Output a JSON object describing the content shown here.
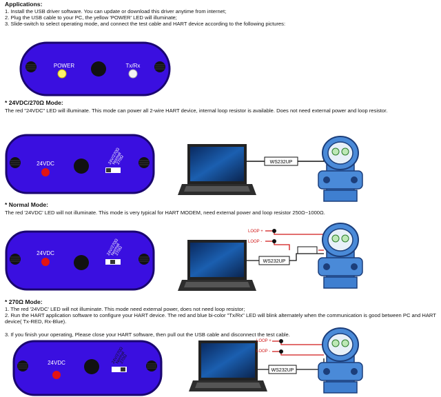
{
  "applications": {
    "heading": "Applications:",
    "steps": [
      "1.  Install the USB driver software. You can update or download this driver anytime from internet;",
      "2.  Plug the USB cable to your PC, the yellow 'POWER' LED will illuminate;",
      "3.  Slide-switch to select operating mode, and connect the test cable and HART device according to the following pictures:"
    ],
    "device": {
      "power_label": "POWER",
      "txrx_label": "Tx/Rx"
    }
  },
  "mode_24v": {
    "heading": "* 24VDC/270Ω Mode:",
    "desc": "The red \"24VDC\" LED will illuminate. This mode can power all 2-wire HART device, internal loop resistor is available. Does not need external power and loop resistor.",
    "led_label": "24VDC",
    "switch_labels": [
      "24V/270Ω",
      "Normal",
      "270Ω"
    ],
    "ws_label": "WS232UP"
  },
  "mode_normal": {
    "heading": "* Normal Mode:",
    "desc": "The red '24VDC' LED will not illuminate. This mode is very typical for HART MODEM, need external power and loop resistor 250Ω~1000Ω.",
    "led_label": "24VDC",
    "switch_labels": [
      "24V/270Ω",
      "Normal",
      "270Ω"
    ],
    "loop_plus": "LOOP +",
    "loop_minus": "LOOP -",
    "ws_label": "WS232UP"
  },
  "mode_270": {
    "heading": "* 270Ω Mode:",
    "steps": [
      "1. The red '24VDC' LED will not illuminate. This mode need external power, does not need loop resistor;",
      "2. Run the HART application software to configure your HART device. The red and blue bi-color \"Tx/Rx\" LED will blink alternately when the communication is good between PC and HART device( Tx-RED, Rx-Blue).",
      "3. If you finish your operating, Please close your HART software, then pull out the USB cable and disconnect the test cable."
    ],
    "led_label": "24VDC",
    "switch_labels": [
      "24V/270Ω",
      "Normal",
      "270Ω"
    ],
    "loop_plus": "LOOP +",
    "loop_minus": "LOOP -",
    "ws_label": "WS232UP"
  },
  "colors": {
    "device_body": "#3a0fe0",
    "device_dark": "#1a0670",
    "led_yellow": "#fff36b",
    "led_red": "#e31313",
    "transmitter": "#4a8ad8",
    "wire_red": "#d01818"
  }
}
